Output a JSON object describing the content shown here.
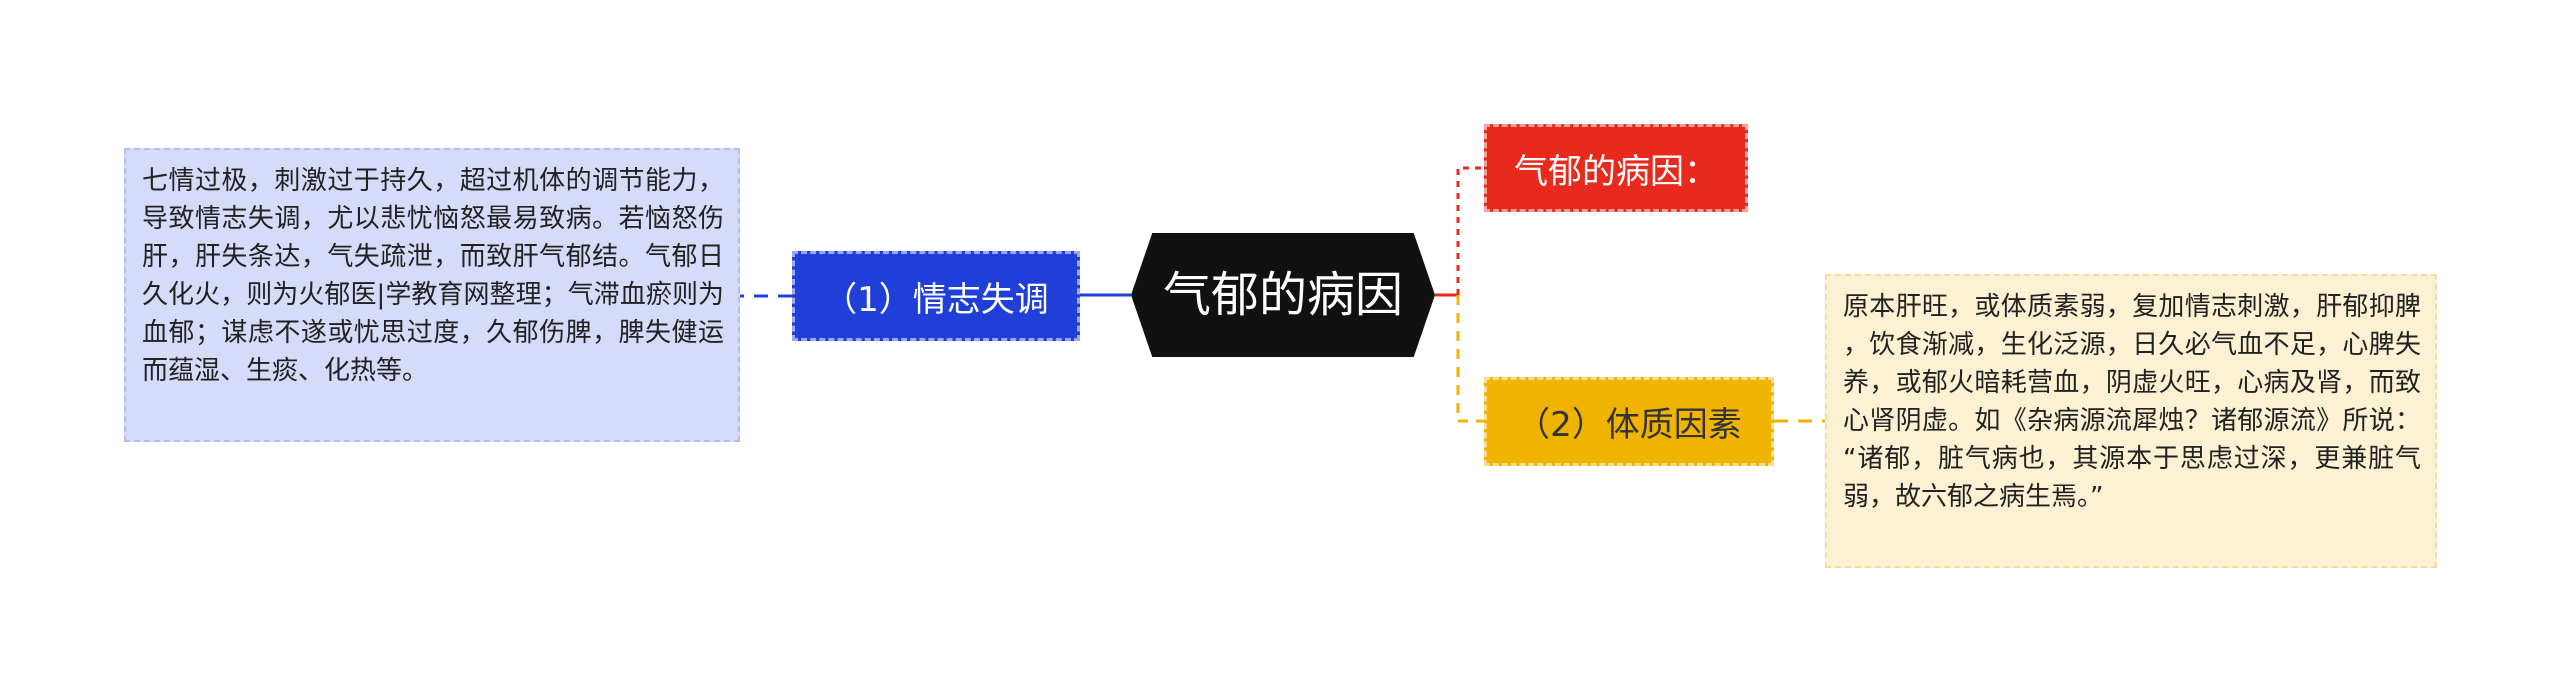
{
  "root": {
    "label": "气郁的病因"
  },
  "branches": {
    "left": {
      "label": "（1）情志失调",
      "color": "#1f3fd8",
      "detail": "七情过极，刺激过于持久，超过机体的调节能力，导致情志失调，尤以悲忧恼怒最易致病。若恼怒伤肝，肝失条达，气失疏泄，而致肝气郁结。气郁日久化火，则为火郁医|学教育网整理；气滞血瘀则为血郁；谋虑不遂或忧思过度，久郁伤脾，脾失健运而蕴湿、生痰、化热等。"
    },
    "top": {
      "label": "气郁的病因：",
      "color": "#e72a1c"
    },
    "bottom": {
      "label": "（2）体质因素",
      "color": "#f0b400",
      "detail": "原本肝旺，或体质素弱，复加情志刺激，肝郁抑脾，饮食渐减，生化泛源，日久必气血不足，心脾失养，或郁火暗耗营血，阴虚火旺，心病及肾，而致心肾阴虚。如《杂病源流犀烛？诸郁源流》所说：“诸郁，脏气病也，其源本于思虑过深，更兼脏气弱，故六郁之病生焉。”"
    }
  },
  "colors": {
    "root": "#111111",
    "left_leaf_bg": "#d7dbfa",
    "right_leaf_bg": "#fcf1d2"
  }
}
